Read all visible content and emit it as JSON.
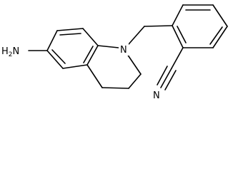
{
  "molecule": {
    "atoms": {
      "amine": "H2N",
      "amine_prefix": "H",
      "amine_subscript": "2",
      "amine_suffix": "N",
      "ring_nitrogen": "N",
      "nitrile_nitrogen": "N"
    },
    "colors": {
      "bond": "#000000",
      "label": "#000000",
      "background": "#ffffff"
    }
  }
}
